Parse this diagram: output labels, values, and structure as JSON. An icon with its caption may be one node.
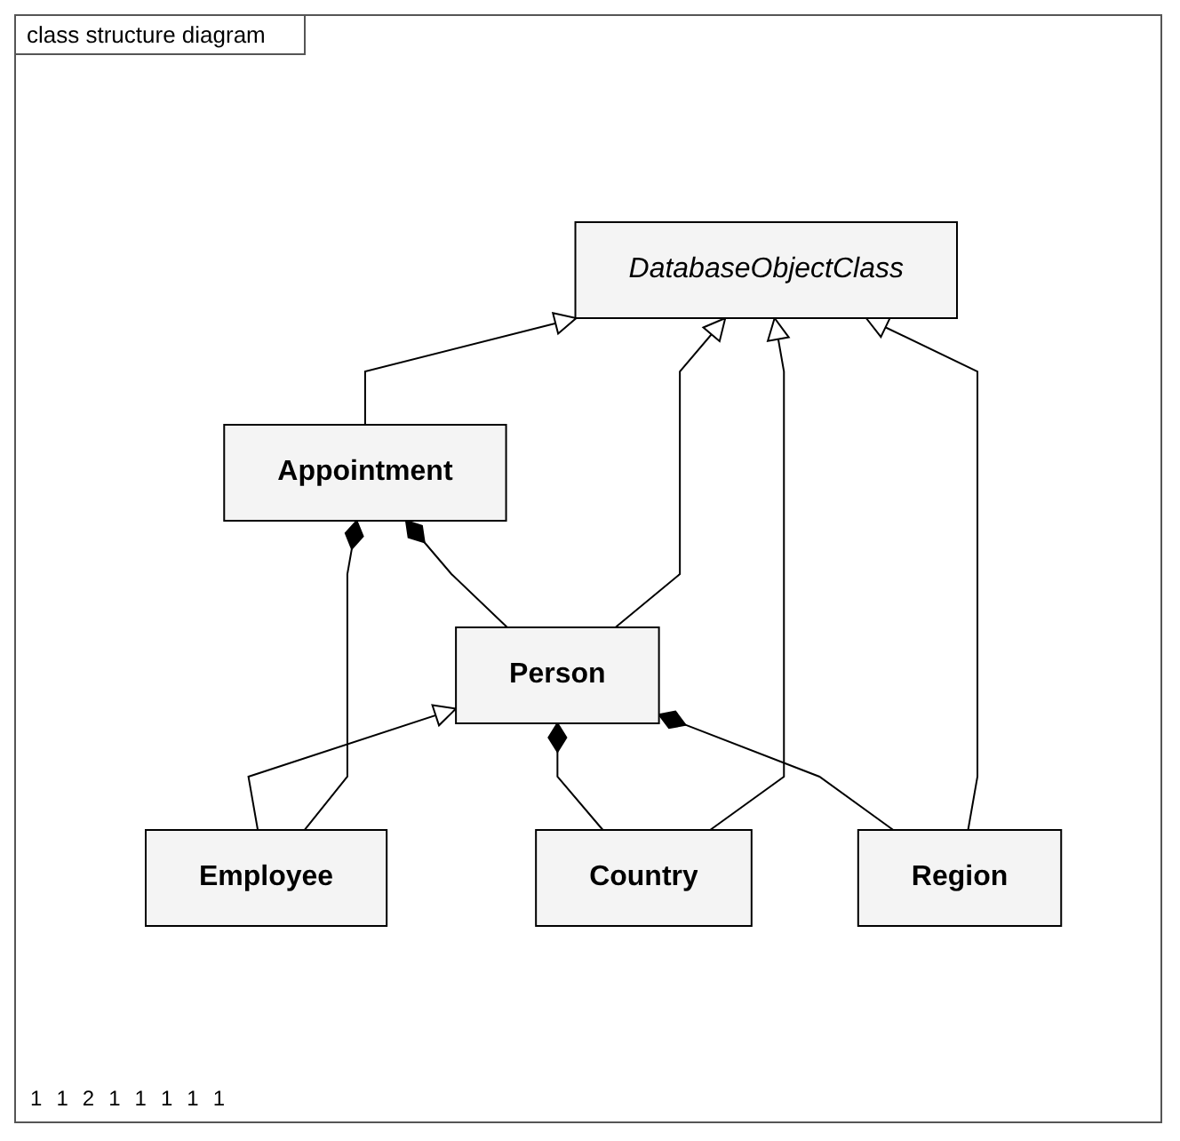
{
  "diagram": {
    "title": "class structure diagram",
    "nodes": [
      {
        "text": [
          "DatabaseObjectClass"
        ]
      },
      {
        "text": [
          "Appointment"
        ]
      },
      {
        "text": [
          "Person"
        ]
      },
      {
        "text": [
          "Employee"
        ]
      },
      {
        "text": [
          "Country"
        ]
      },
      {
        "text": [
          "Region"
        ]
      }
    ],
    "edges": [
      {
        "from": 1,
        "to": 0,
        "arrow": "to"
      },
      {
        "from": 2,
        "to": 0,
        "arrow": "to"
      },
      {
        "from": 5,
        "to": 0,
        "arrow": "to"
      },
      {
        "from": 4,
        "to": 0,
        "arrow": "to"
      },
      {
        "from": 1,
        "to": 2,
        "arrow": "other"
      },
      {
        "from": 1,
        "to": 3,
        "arrow": "other"
      },
      {
        "from": 3,
        "to": 2,
        "arrow": "to"
      },
      {
        "from": 2,
        "to": 4,
        "arrow": "other"
      },
      {
        "from": 2,
        "to": 5,
        "arrow": "other"
      }
    ],
    "labels": [
      "1",
      "1",
      "2",
      "1",
      "1",
      "1",
      "1",
      "1"
    ]
  }
}
